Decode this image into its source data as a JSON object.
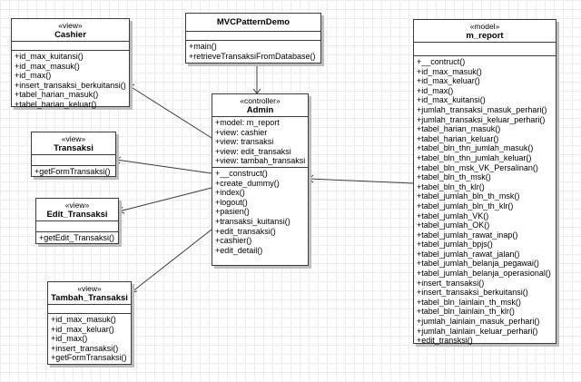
{
  "classes": {
    "cashier": {
      "stereotype": "«view»",
      "name": "Cashier",
      "attributes": [],
      "operations": [
        "+id_max_kuitansi()",
        "+id_max_masuk()",
        "+id_max()",
        "+insert_transaksi_berkuitansi()",
        "+tabel_harian_masuk()",
        "+tabel_harian_keluar()"
      ]
    },
    "mvc": {
      "stereotype": "",
      "name": "MVCPatternDemo",
      "attributes": [],
      "operations": [
        "+main()",
        "+retrieveTransaksiFromDatabase()"
      ]
    },
    "m_report": {
      "stereotype": "«model»",
      "name": "m_report",
      "attributes": [],
      "operations": [
        "+__contruct()",
        "+id_max_masuk()",
        "+id_max_keluar()",
        "+id_max()",
        "+id_max_kuitansi()",
        "+jumlah_transaksi_masuk_perhari()",
        "+jumlah_transaksi_keluar_perhari()",
        "+tabel_harian_masuk()",
        "+tabel_harian_keluar()",
        "+tabel_bln_thn_jumlah_masuk()",
        "+tabel_bln_thn_jumlah_keluar()",
        "+tabel_bln_msk_VK_Persalinan()",
        "+tabel_bln_th_msk()",
        "+tabel_bln_th_klr()",
        "+tabel_jumlah_bln_th_msk()",
        "+tabel_jumlah_bln_th_klr()",
        "+tabel_jumlah_VK()",
        "+tabel_jumlah_OK()",
        "+tabel_jumlah_rawat_inap()",
        "+tabel_jumlah_bpjs()",
        "+tabel_jumlah_rawat_jalan()",
        "+tabel_jumlah_belanja_pegawai()",
        "+tabel_jumlah_belanja_operasional()",
        "+insert_transaksi()",
        "+insert_transaksi_berkuitansi()",
        "+tabel_bln_lainlain_th_msk()",
        "+tabel_bln_lainlain_th_klr()",
        "+jumlah_lainlain_masuk_perhari()",
        "+jumlah_lainlain_keluar_perhari()",
        "+edit_transksi()"
      ]
    },
    "transaksi": {
      "stereotype": "«view»",
      "name": "Transaksi",
      "attributes": [],
      "operations": [
        "+getFormTransaksi()"
      ]
    },
    "admin": {
      "stereotype": "«controller»",
      "name": "Admin",
      "attributes": [
        "+model: m_report",
        "+view: cashier",
        "+view: transaksi",
        "+view: edit_transaksi",
        "+view: tambah_transaksi"
      ],
      "operations": [
        "+__construct()",
        "+create_dummy()",
        "+index()",
        "+logout()",
        "+pasien()",
        "+transaksi_kuitansi()",
        "+edit_transaksi()",
        "+cashier()",
        "+edit_detail()"
      ]
    },
    "edit_transaksi": {
      "stereotype": "«view»",
      "name": "Edit_Transaksi",
      "attributes": [],
      "operations": [
        "+getEdit_Transaksi()"
      ]
    },
    "tambah_transaksi": {
      "stereotype": "«view»",
      "name": "Tambah_Transaksi",
      "attributes": [],
      "operations": [
        "+id_max_masuk()",
        "+id_max_keluar()",
        "+id_max()",
        "+insert_transaksi()",
        "+getFormTransaksi()"
      ]
    }
  },
  "colors": {
    "line": "#3c3c3c",
    "shadow": "#bdbdbd",
    "grid": "#ececec"
  }
}
